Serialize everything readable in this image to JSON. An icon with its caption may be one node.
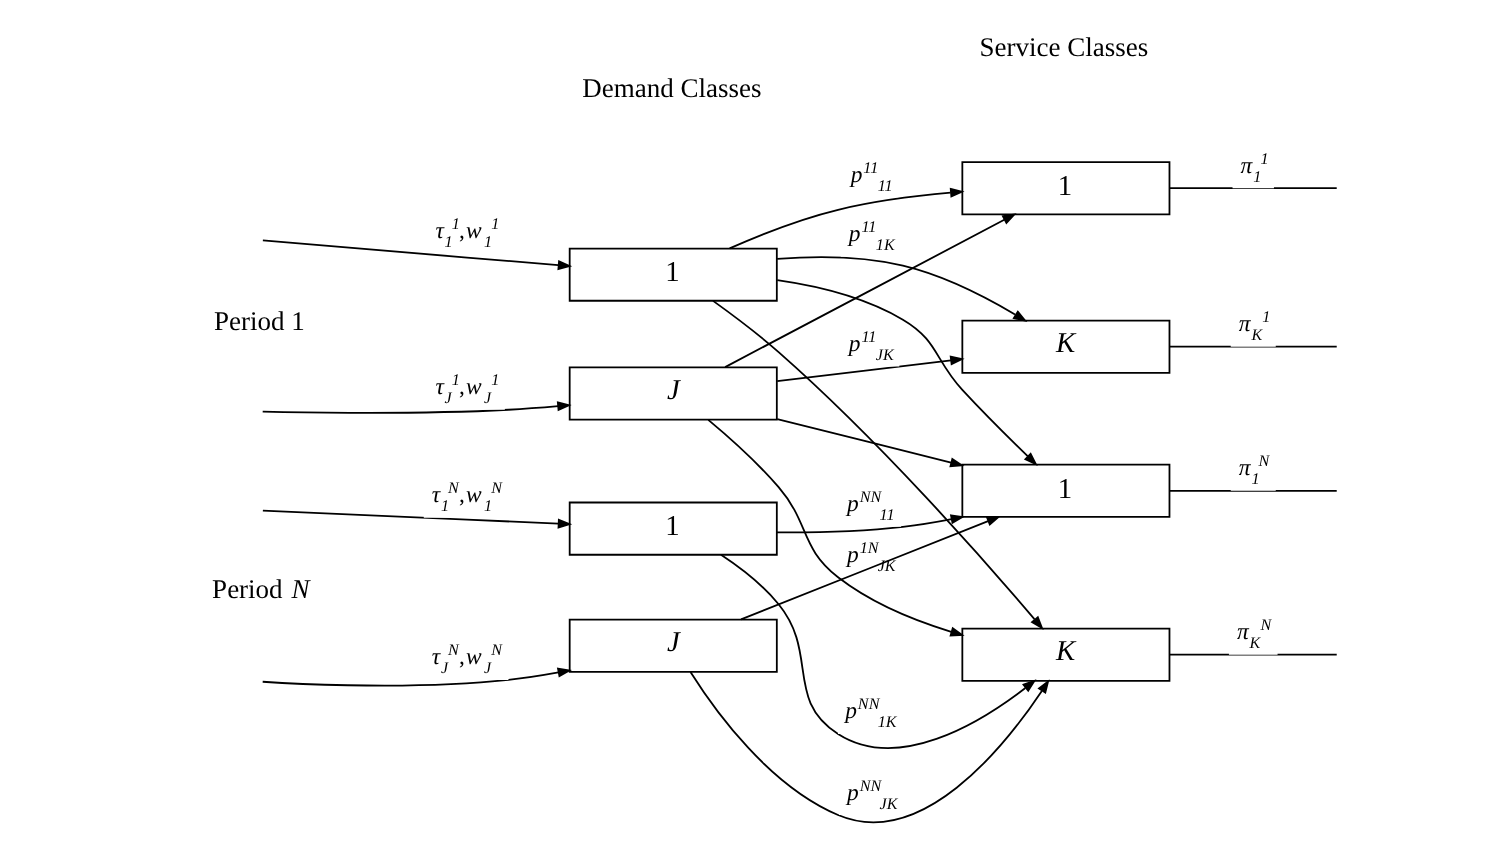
{
  "diagram": {
    "nodes": [
      {
        "text": [
          "1"
        ]
      },
      {
        "text": [
          "J"
        ]
      },
      {
        "text": [
          "1"
        ]
      },
      {
        "text": [
          "K"
        ]
      },
      {
        "text": [
          "1"
        ]
      },
      {
        "text": [
          "J"
        ]
      },
      {
        "text": [
          "1"
        ]
      },
      {
        "text": [
          "K"
        ]
      }
    ],
    "edges": [
      {
        "from": null,
        "to": 0,
        "arrow": "to",
        "label": "*τ*$_{1}$$^{1}$,*w*$_{1}$$^{1}$"
      },
      {
        "from": null,
        "to": 1,
        "arrow": "to",
        "label": "*τ*$_{J}$$^{1}$,*w*$_{J}$$^{1}$"
      },
      {
        "from": 0,
        "to": 2,
        "arrow": "to",
        "label": "*p*$^{11}$$_{11}$"
      },
      {
        "from": 0,
        "to": 3,
        "arrow": "to",
        "label": "*p*$^{11}$$_{1K}$"
      },
      {
        "from": 1,
        "to": 2,
        "arrow": "to"
      },
      {
        "from": 1,
        "to": 3,
        "arrow": "to",
        "label": "*p*$^{11}$$_{JK}$"
      },
      {
        "from": 0,
        "to": 6,
        "arrow": "to"
      },
      {
        "from": 0,
        "to": 7,
        "arrow": "to"
      },
      {
        "from": 1,
        "to": 6,
        "arrow": "to"
      },
      {
        "from": 1,
        "to": 7,
        "arrow": "to",
        "label": "*p*$^{1N}$$_{JK}$"
      },
      {
        "from": 2,
        "to": null,
        "arrow": "none",
        "label": "*π*$_{1}$$^{1}$"
      },
      {
        "from": 3,
        "to": null,
        "arrow": "none",
        "label": "*π*$_{K}$$^{1}$"
      },
      {
        "from": null,
        "to": 4,
        "arrow": "to",
        "label": "*τ*$_{1}$$^{N}$,*w*$_{1}$$^{N}$"
      },
      {
        "from": null,
        "to": 5,
        "arrow": "to",
        "label": "*τ*$_{J}$$^{N}$,*w*$_{J}$$^{N}$"
      },
      {
        "from": 4,
        "to": 6,
        "arrow": "to",
        "label": "*p*$^{NN}$$_{11}$"
      },
      {
        "from": 4,
        "to": 7,
        "arrow": "to",
        "label": "*p*$^{NN}$$_{1K}$"
      },
      {
        "from": 5,
        "to": 6,
        "arrow": "to"
      },
      {
        "from": 5,
        "to": 7,
        "arrow": "to",
        "label": "*p*$^{NN}$$_{JK}$"
      },
      {
        "from": 6,
        "to": null,
        "arrow": "none",
        "label": "*π*$_{1}$$^{N}$"
      },
      {
        "from": 7,
        "to": null,
        "arrow": "none",
        "label": "*π*$_{K}$$^{N}$"
      }
    ],
    "labels": [
      "Demand Classes",
      "Service Classes",
      "Period 1",
      "Period *N*"
    ]
  }
}
